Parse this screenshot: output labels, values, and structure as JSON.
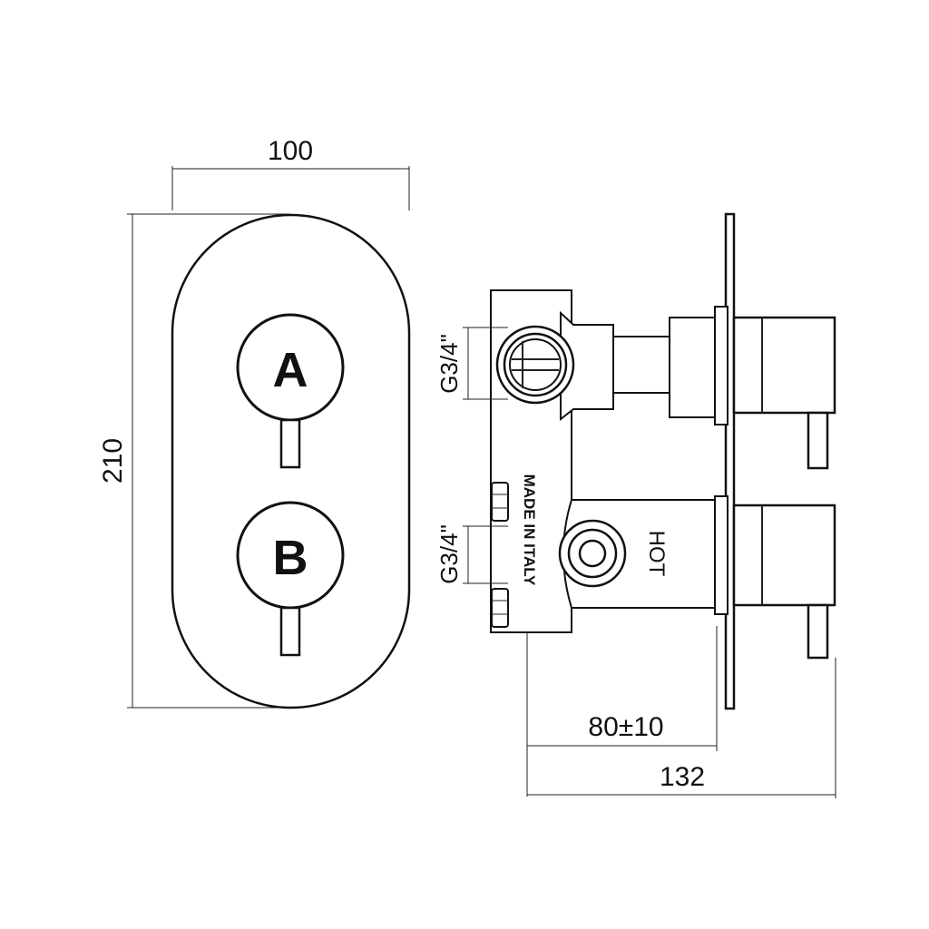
{
  "front_view": {
    "width_label": "100",
    "height_label": "210",
    "knob_a_label": "A",
    "knob_b_label": "B"
  },
  "side_view": {
    "top_inlet_label": "G3/4\"",
    "bottom_inlet_label": "G3/4\"",
    "made_in_label": "MADE IN ITALY",
    "hot_label": "HOT",
    "depth_label": "80±10",
    "total_depth_label": "132"
  }
}
